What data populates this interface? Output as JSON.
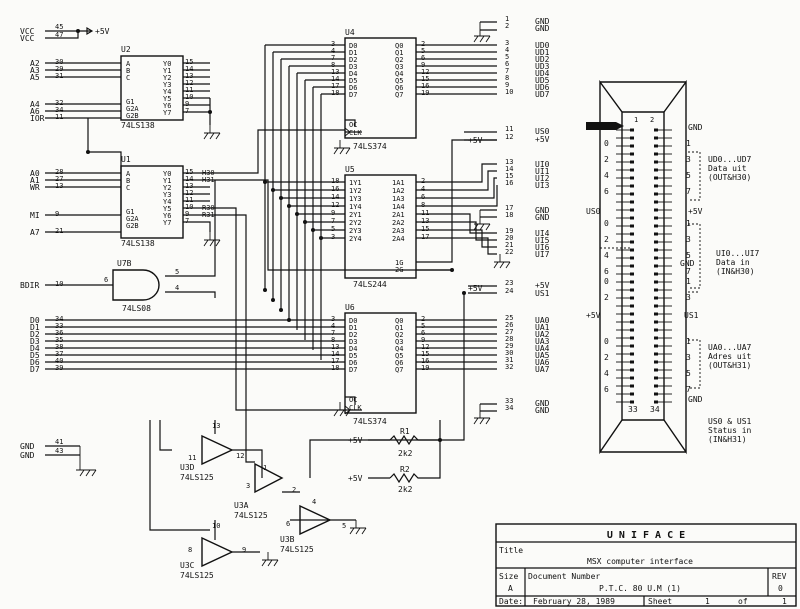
{
  "power": {
    "vcc": "VCC",
    "plus5v": "+5V",
    "gnd": "GND",
    "pins_vcc": [
      "45",
      "47"
    ],
    "pins_gnd_left": [
      "41",
      "43"
    ]
  },
  "chips": {
    "u1": {
      "ref": "U1",
      "part": "74LS138"
    },
    "u2": {
      "ref": "U2",
      "part": "74LS138"
    },
    "u4": {
      "ref": "U4",
      "part": "74LS374"
    },
    "u5": {
      "ref": "U5",
      "part": "74LS244"
    },
    "u6": {
      "ref": "U6",
      "part": "74LS374"
    },
    "u7b": {
      "ref": "U7B",
      "part": "74LS08"
    },
    "u3a": {
      "ref": "U3A",
      "part": "74LS125"
    },
    "u3b": {
      "ref": "U3B",
      "part": "74LS125"
    },
    "u3c": {
      "ref": "U3C",
      "part": "74LS125"
    },
    "u3d": {
      "ref": "U3D",
      "part": "74LS125"
    }
  },
  "decoder_pins": {
    "inputs": [
      "A",
      "B",
      "C"
    ],
    "enables": [
      "G1",
      "G2A",
      "G2B"
    ],
    "outputs": [
      "Y0",
      "Y1",
      "Y2",
      "Y3",
      "Y4",
      "Y5",
      "Y6",
      "Y7"
    ],
    "u1_outputs": [
      "15",
      "14",
      "13",
      "12",
      "11",
      "10",
      "9",
      "7"
    ],
    "u2_outputs": [
      "15",
      "14",
      "13",
      "12",
      "11",
      "10",
      "9",
      "7"
    ]
  },
  "u2_inputs": [
    {
      "signal": "A2",
      "pin": "30"
    },
    {
      "signal": "A3",
      "pin": "29"
    },
    {
      "signal": "A5",
      "pin": "31"
    },
    {
      "signal": "A4",
      "pin": "32"
    },
    {
      "signal": "A6",
      "pin": "34"
    },
    {
      "signal": "IOR",
      "pin": "11"
    }
  ],
  "u1_inputs": [
    {
      "signal": "A0",
      "pin": "28"
    },
    {
      "signal": "A1",
      "pin": "27"
    },
    {
      "signal": "WR",
      "pin": "13"
    },
    {
      "signal": "MI",
      "pin": "9"
    },
    {
      "signal": "A7",
      "pin": "21"
    }
  ],
  "bdir": {
    "signal": "BDIR",
    "pin": "10"
  },
  "nets": {
    "h30": "H30",
    "h31": "H31",
    "r30": "R30",
    "r31": "R31"
  },
  "latch_pins": {
    "d": [
      "D0",
      "D1",
      "D2",
      "D3",
      "D4",
      "D5",
      "D6",
      "D7"
    ],
    "q": [
      "Q0",
      "Q1",
      "Q2",
      "Q3",
      "Q4",
      "Q5",
      "Q6",
      "Q7"
    ],
    "oc": "OC",
    "clk": "CLK",
    "d_nums": [
      "3",
      "4",
      "7",
      "8",
      "13",
      "14",
      "17",
      "18"
    ],
    "q_nums": [
      "2",
      "5",
      "6",
      "9",
      "12",
      "15",
      "16",
      "19"
    ]
  },
  "buffer_pins": {
    "y": [
      "1Y1",
      "1Y2",
      "1Y3",
      "1Y4",
      "2Y1",
      "2Y2",
      "2Y3",
      "2Y4"
    ],
    "a": [
      "1A1",
      "1A2",
      "1A3",
      "1A4",
      "2A1",
      "2A2",
      "2A3",
      "2A4"
    ],
    "g": [
      "1G",
      "2G"
    ],
    "y_nums": [
      "18",
      "16",
      "14",
      "12",
      "9",
      "7",
      "5",
      "3"
    ],
    "a_nums": [
      "2",
      "4",
      "6",
      "8",
      "11",
      "13",
      "15",
      "17"
    ]
  },
  "data_bus": [
    {
      "signal": "D0",
      "pin": "34"
    },
    {
      "signal": "D1",
      "pin": "33"
    },
    {
      "signal": "D2",
      "pin": "36"
    },
    {
      "signal": "D3",
      "pin": "35"
    },
    {
      "signal": "D4",
      "pin": "38"
    },
    {
      "signal": "D5",
      "pin": "37"
    },
    {
      "signal": "D6",
      "pin": "40"
    },
    {
      "signal": "D7",
      "pin": "39"
    }
  ],
  "outputs_udo": [
    {
      "signal": "UD0",
      "pin": "3"
    },
    {
      "signal": "UD1",
      "pin": "4"
    },
    {
      "signal": "UD2",
      "pin": "5"
    },
    {
      "signal": "UD3",
      "pin": "6"
    },
    {
      "signal": "UD4",
      "pin": "7"
    },
    {
      "signal": "UD5",
      "pin": "8"
    },
    {
      "signal": "UD6",
      "pin": "9"
    },
    {
      "signal": "UD7",
      "pin": "10"
    }
  ],
  "inputs_ui": [
    {
      "signal": "UI0",
      "pin": "13"
    },
    {
      "signal": "UI1",
      "pin": "14"
    },
    {
      "signal": "UI2",
      "pin": "15"
    },
    {
      "signal": "UI3",
      "pin": "16"
    },
    {
      "signal": "UI4",
      "pin": "19"
    },
    {
      "signal": "UI5",
      "pin": "20"
    },
    {
      "signal": "UI6",
      "pin": "21"
    },
    {
      "signal": "UI7",
      "pin": "22"
    }
  ],
  "outputs_ua": [
    {
      "signal": "UA0",
      "pin": "25"
    },
    {
      "signal": "UA1",
      "pin": "26"
    },
    {
      "signal": "UA2",
      "pin": "27"
    },
    {
      "signal": "UA3",
      "pin": "28"
    },
    {
      "signal": "UA4",
      "pin": "29"
    },
    {
      "signal": "UA5",
      "pin": "30"
    },
    {
      "signal": "UA6",
      "pin": "31"
    },
    {
      "signal": "UA7",
      "pin": "32"
    }
  ],
  "misc_connector": [
    {
      "signal": "GND",
      "pin": "1"
    },
    {
      "signal": "GND",
      "pin": "2"
    },
    {
      "signal": "US0",
      "pin": "11"
    },
    {
      "signal": "+5V",
      "pin": "12"
    },
    {
      "signal": "GND",
      "pin": "17"
    },
    {
      "signal": "GND",
      "pin": "18"
    },
    {
      "signal": "+5V",
      "pin": "23"
    },
    {
      "signal": "US1",
      "pin": "24"
    },
    {
      "signal": "GND",
      "pin": "33"
    },
    {
      "signal": "GND",
      "pin": "34"
    }
  ],
  "resistors": [
    {
      "ref": "R1",
      "value": "2k2"
    },
    {
      "ref": "R2",
      "value": "2k2"
    }
  ],
  "gate_pins": {
    "u7b_in": [
      "6",
      "4"
    ],
    "u7b_out": "5",
    "u3d": [
      "13",
      "11",
      "12"
    ],
    "u3a": [
      "1",
      "3",
      "2"
    ],
    "u3b": [
      "4",
      "6",
      "5"
    ],
    "u3c": [
      "10",
      "8",
      "9"
    ]
  },
  "connector": {
    "top_pins": [
      "1",
      "2"
    ],
    "bottom_pins": [
      "33",
      "34"
    ],
    "bit_labels_left": [
      "0",
      "2",
      "4",
      "6"
    ],
    "bit_labels_right": [
      "1",
      "3",
      "5",
      "7"
    ],
    "gnd_top": "GND",
    "gnd_mid": "GND",
    "gnd_bottom": "GND",
    "plus5v": "+5V",
    "us0": "US0",
    "us1": "US1"
  },
  "legend": {
    "udo": [
      "UD0...UD7",
      "Data uit",
      "(OUT&H30)"
    ],
    "ui": [
      "UI0...UI7",
      "Data in",
      "(IN&H30)"
    ],
    "ua": [
      "UA0...UA7",
      "Adres uit",
      "(OUT&H31)"
    ],
    "us": [
      "US0 & US1",
      "Status in",
      "(IN&H31)"
    ]
  },
  "title_block": {
    "company": "U N I F A C E",
    "title_label": "Title",
    "title": "MSX computer interface",
    "size_label": "Size",
    "size": "A",
    "docnum_label": "Document Number",
    "docnum": "P.T.C. 80 U.M (1)",
    "rev_label": "REV",
    "rev": "0",
    "date_label": "Date:",
    "date": "February 28, 1989",
    "sheet_label": "Sheet",
    "sheet": "1",
    "of_label": "of",
    "of": "1"
  }
}
